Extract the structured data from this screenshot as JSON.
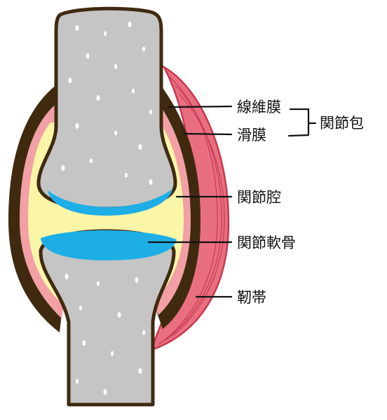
{
  "labels": {
    "fibrous_membrane": "線維膜",
    "synovial_membrane": "滑膜",
    "joint_capsule": "関節包",
    "joint_cavity": "関節腔",
    "articular_cartilage": "関節軟骨",
    "ligament": "靭帯"
  },
  "colors": {
    "bone": "#c5c5c5",
    "bone_outline": "#3f2a10",
    "capsule_outline": "#3f2a10",
    "synovial_fluid": "#fbf5a8",
    "synovial_membrane": "#f2a0a6",
    "cartilage": "#1eaee6",
    "ligament_fill": "#e96f80",
    "ligament_stroke": "#c63a52",
    "label_text": "#111111"
  }
}
